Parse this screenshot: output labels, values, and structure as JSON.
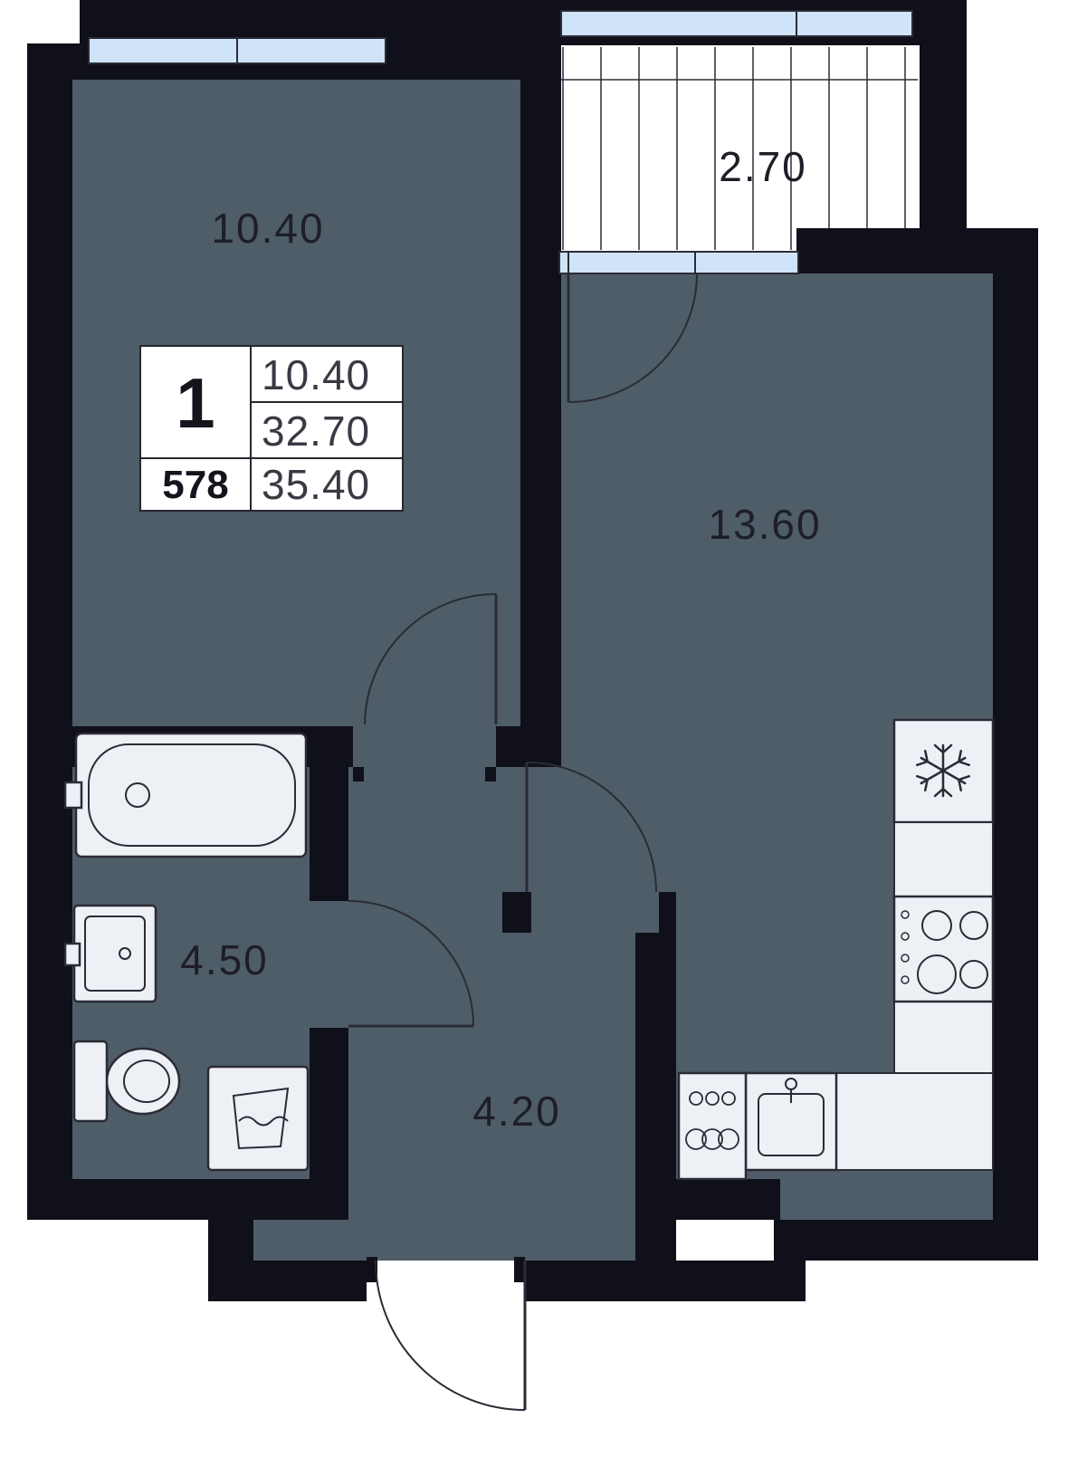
{
  "unit_card": {
    "rooms_count": "1",
    "unit_number": "578",
    "area_rows": {
      "living": "10.40",
      "main": "32.70",
      "total": "35.40"
    }
  },
  "room_labels": {
    "living": "10.40",
    "balcony": "2.70",
    "kitchen_living": "13.60",
    "bathroom": "4.50",
    "hallway": "4.20"
  },
  "icons": {
    "fridge_symbol": "snowflake"
  },
  "colors": {
    "wall": "#10101a",
    "floor": "#4e5d68",
    "window_glass": "#cfe3f9",
    "fixture_fill": "#edf0f5",
    "outline": "#2b2b36",
    "background": "#ffffff",
    "label_text": "#1e1e28"
  }
}
